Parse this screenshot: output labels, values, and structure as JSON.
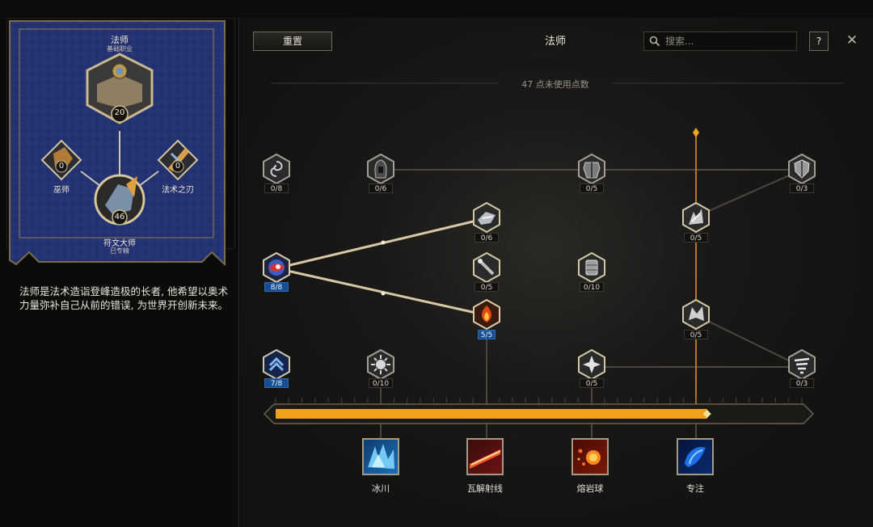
{
  "left_panel": {
    "class_name": "法师",
    "class_subtitle": "基础职业",
    "class_points": "20",
    "specs": [
      {
        "name": "巫师",
        "points": "0"
      },
      {
        "name": "法术之刃",
        "points": "0"
      },
      {
        "name": "符文大师",
        "subtitle": "已专精",
        "points": "46"
      }
    ],
    "description": "法师是法术造诣登峰造极的长者, 他希望以奥术力量弥补自己从前的错误, 为世界开创新未来。"
  },
  "header": {
    "reset_label": "重置",
    "title": "法师",
    "search_placeholder": "搜索...",
    "help_label": "?",
    "close_label": "✕"
  },
  "points_remaining": "47 点未使用点数",
  "nodes": [
    {
      "id": "vortex",
      "count": "0/8",
      "maxed": false,
      "icon": "vortex-icon"
    },
    {
      "id": "hooded-mage",
      "count": "0/6",
      "maxed": false,
      "icon": "hooded-figure-icon"
    },
    {
      "id": "armor",
      "count": "0/5",
      "maxed": false,
      "icon": "armor-icon"
    },
    {
      "id": "shield",
      "count": "0/3",
      "maxed": false,
      "icon": "shield-icon"
    },
    {
      "id": "ice-shard",
      "count": "0/6",
      "maxed": false,
      "icon": "ice-shard-icon"
    },
    {
      "id": "burst",
      "count": "0/5",
      "maxed": false,
      "icon": "burst-icon"
    },
    {
      "id": "arcane-orb",
      "count": "8/8",
      "maxed": true,
      "icon": "arcane-orb-icon"
    },
    {
      "id": "staff",
      "count": "0/5",
      "maxed": false,
      "icon": "staff-icon"
    },
    {
      "id": "gauntlet",
      "count": "0/10",
      "maxed": false,
      "icon": "gauntlet-icon"
    },
    {
      "id": "fire",
      "count": "5/5",
      "maxed": true,
      "icon": "fire-icon"
    },
    {
      "id": "shatter",
      "count": "0/5",
      "maxed": false,
      "icon": "shatter-icon"
    },
    {
      "id": "chevron",
      "count": "7/8",
      "maxed": true,
      "icon": "chevron-rank-icon"
    },
    {
      "id": "nova",
      "count": "0/10",
      "maxed": false,
      "icon": "nova-icon"
    },
    {
      "id": "star",
      "count": "0/5",
      "maxed": false,
      "icon": "star-icon"
    },
    {
      "id": "whirlwind",
      "count": "0/3",
      "maxed": false,
      "icon": "whirlwind-icon"
    }
  ],
  "progress": {
    "fraction": 0.82
  },
  "skills": [
    {
      "name": "冰川",
      "icon": "glacier-icon"
    },
    {
      "name": "瓦解射线",
      "icon": "disintegrate-ray-icon"
    },
    {
      "name": "熔岩球",
      "icon": "lava-ball-icon"
    },
    {
      "name": "专注",
      "icon": "focus-icon"
    }
  ],
  "colors": {
    "accent_gold": "#f0a21a",
    "maxed_blue": "#174e91",
    "banner_blue": "#1f2f70",
    "frame_gold": "#b69b63"
  }
}
